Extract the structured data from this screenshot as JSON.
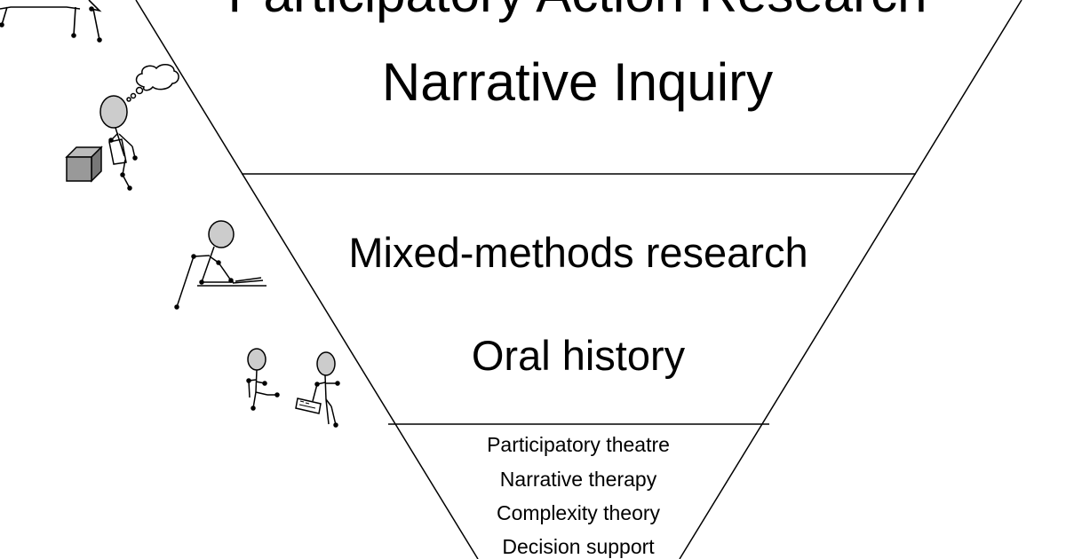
{
  "funnel": {
    "tier1": [
      "Participatory Action Research",
      "Narrative Inquiry"
    ],
    "tier2": [
      "Mixed-methods research",
      "Oral history"
    ],
    "tier3": [
      "Participatory theatre",
      "Narrative therapy",
      "Complexity theory",
      "Decision support"
    ]
  },
  "colors": {
    "line": "#000000",
    "figure_fill": "#cccccc",
    "box_front": "#999999",
    "box_top": "#bbbbbb",
    "box_side": "#777777",
    "background": "#ffffff"
  }
}
